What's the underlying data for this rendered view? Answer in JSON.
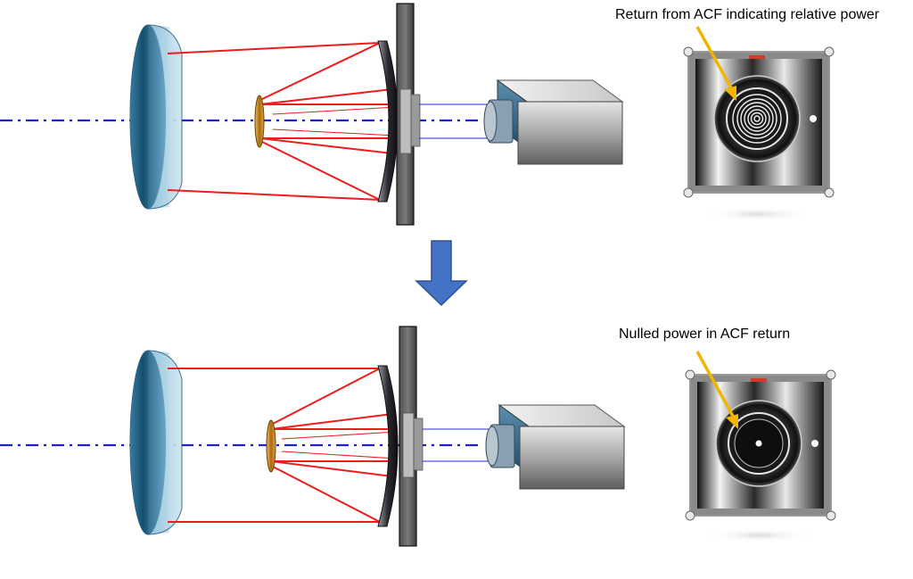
{
  "panels": [
    {
      "id": "before",
      "annotation": "Return from ACF indicating relative power",
      "state": "rings"
    },
    {
      "id": "after",
      "annotation": "Nulled power in ACF return",
      "state": "nulled"
    }
  ],
  "colors": {
    "beam": "#ee1c1c",
    "axis": "#1f1fd1",
    "lens_fill": "#4f8db0",
    "lens_edge": "#2d6284",
    "arrow_down": "#4472c4",
    "annotation_arrow": "#f2b400",
    "camera_body": "#c9c9c9",
    "mirror": "#2b2b2b",
    "secondary": "#c8861c"
  },
  "icons": {
    "transition": "down-arrow-icon",
    "annotation_pointer": "pointer-arrow-icon"
  }
}
